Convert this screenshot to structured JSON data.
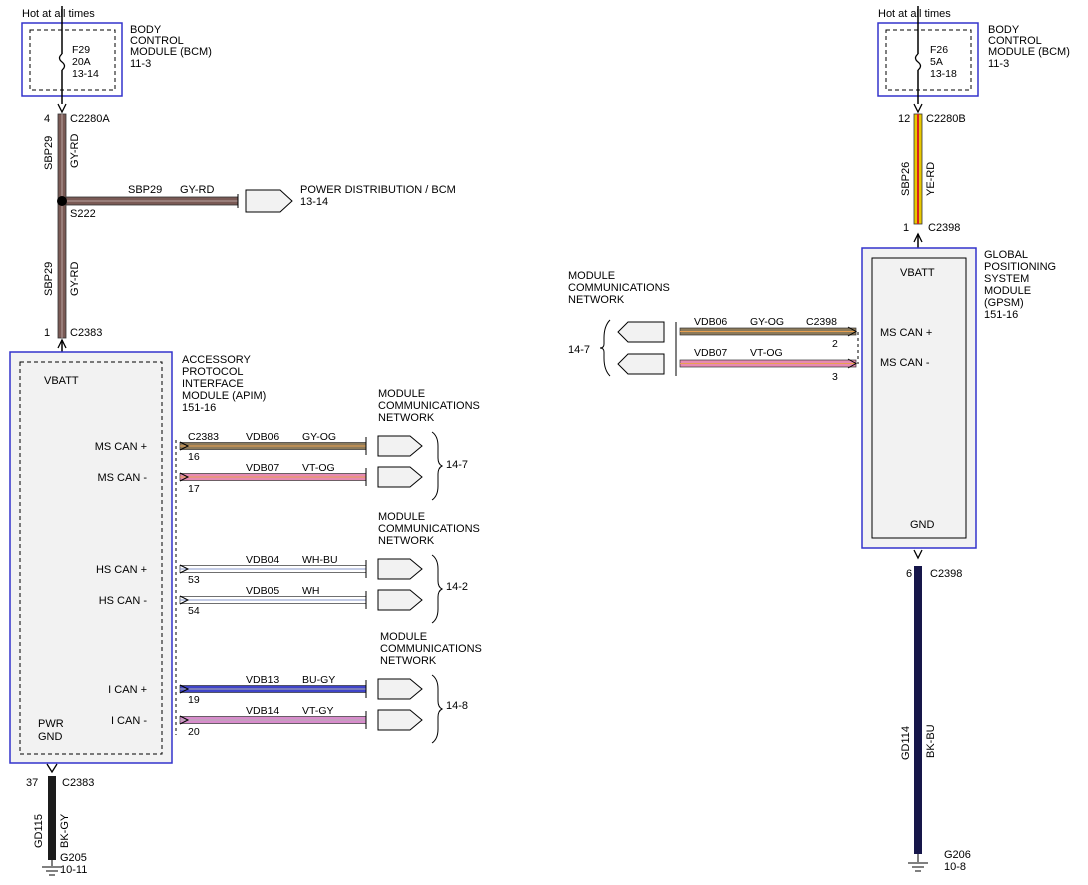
{
  "left": {
    "hot_label": "Hot at all times",
    "bcm": {
      "fuse": "F29",
      "amps": "20A",
      "ref": "13-14",
      "title_lines": [
        "BODY",
        "CONTROL",
        "MODULE (BCM)"
      ],
      "page": "11-3"
    },
    "bcm_pin": "4",
    "bcm_connector": "C2280A",
    "circuit_top": {
      "name": "SBP29",
      "color": "GY-RD"
    },
    "splice": "S222",
    "branch": {
      "name": "SBP29",
      "color": "GY-RD",
      "dest_line1": "POWER DISTRIBUTION / BCM",
      "dest_line2": "13-14"
    },
    "circuit_mid": {
      "name": "SBP29",
      "color": "GY-RD"
    },
    "apim_pin": "1",
    "apim_connector": "C2383",
    "apim": {
      "vbatt": "VBATT",
      "pwr": "PWR",
      "gnd": "GND",
      "title_lines": [
        "ACCESSORY",
        "PROTOCOL",
        "INTERFACE",
        "MODULE (APIM)"
      ],
      "page": "151-16"
    },
    "groups": [
      {
        "title_lines": [
          "MODULE",
          "COMMUNICATIONS",
          "NETWORK"
        ],
        "ref": "14-7"
      },
      {
        "title_lines": [
          "MODULE",
          "COMMUNICATIONS",
          "NETWORK"
        ],
        "ref": "14-2"
      },
      {
        "title_lines": [
          "MODULE",
          "COMMUNICATIONS",
          "NETWORK"
        ],
        "ref": "14-8"
      }
    ],
    "signals": [
      {
        "label": "MS CAN +",
        "pin": "16",
        "circuit": "VDB06",
        "color": "GY-OG",
        "connector": "C2383",
        "wire": "#8c7a5a"
      },
      {
        "label": "MS CAN -",
        "pin": "17",
        "circuit": "VDB07",
        "color": "VT-OG",
        "connector": "",
        "wire": "#e68ab2"
      },
      {
        "label": "HS CAN +",
        "pin": "53",
        "circuit": "VDB04",
        "color": "WH-BU",
        "connector": "",
        "wire": "#ffffff"
      },
      {
        "label": "HS CAN -",
        "pin": "54",
        "circuit": "VDB05",
        "color": "WH",
        "connector": "",
        "wire": "#ffffff"
      },
      {
        "label": "I CAN +",
        "pin": "19",
        "circuit": "VDB13",
        "color": "BU-GY",
        "connector": "",
        "wire": "#3f44c8"
      },
      {
        "label": "I CAN -",
        "pin": "20",
        "circuit": "VDB14",
        "color": "VT-GY",
        "connector": "",
        "wire": "#d88ccc"
      }
    ],
    "ground": {
      "pin": "37",
      "connector": "C2383",
      "name": "GD115",
      "color": "BK-GY",
      "ref": "G205",
      "page": "10-11"
    }
  },
  "right": {
    "hot_label": "Hot at all times",
    "bcm": {
      "fuse": "F26",
      "amps": "5A",
      "ref": "13-18",
      "title_lines": [
        "BODY",
        "CONTROL",
        "MODULE (BCM)"
      ],
      "page": "11-3"
    },
    "bcm_pin": "12",
    "bcm_connector": "C2280B",
    "circuit": {
      "name": "SBP26",
      "color": "YE-RD"
    },
    "gpsm_pin": "1",
    "gpsm_connector": "C2398",
    "gpsm": {
      "vbatt": "VBATT",
      "gnd": "GND",
      "ms_plus": "MS CAN +",
      "ms_minus": "MS CAN -",
      "title_lines": [
        "GLOBAL",
        "POSITIONING",
        "SYSTEM",
        "MODULE",
        "(GPSM)"
      ],
      "page": "151-16"
    },
    "network": {
      "title_lines": [
        "MODULE",
        "COMMUNICATIONS",
        "NETWORK"
      ],
      "ref": "14-7"
    },
    "signals": [
      {
        "pin": "2",
        "circuit": "VDB06",
        "color": "GY-OG",
        "connector": "C2398"
      },
      {
        "pin": "3",
        "circuit": "VDB07",
        "color": "VT-OG",
        "connector": ""
      }
    ],
    "ground": {
      "pin": "6",
      "connector": "C2398",
      "name": "GD114",
      "color": "BK-BU",
      "ref": "G206",
      "page": "10-8"
    }
  }
}
